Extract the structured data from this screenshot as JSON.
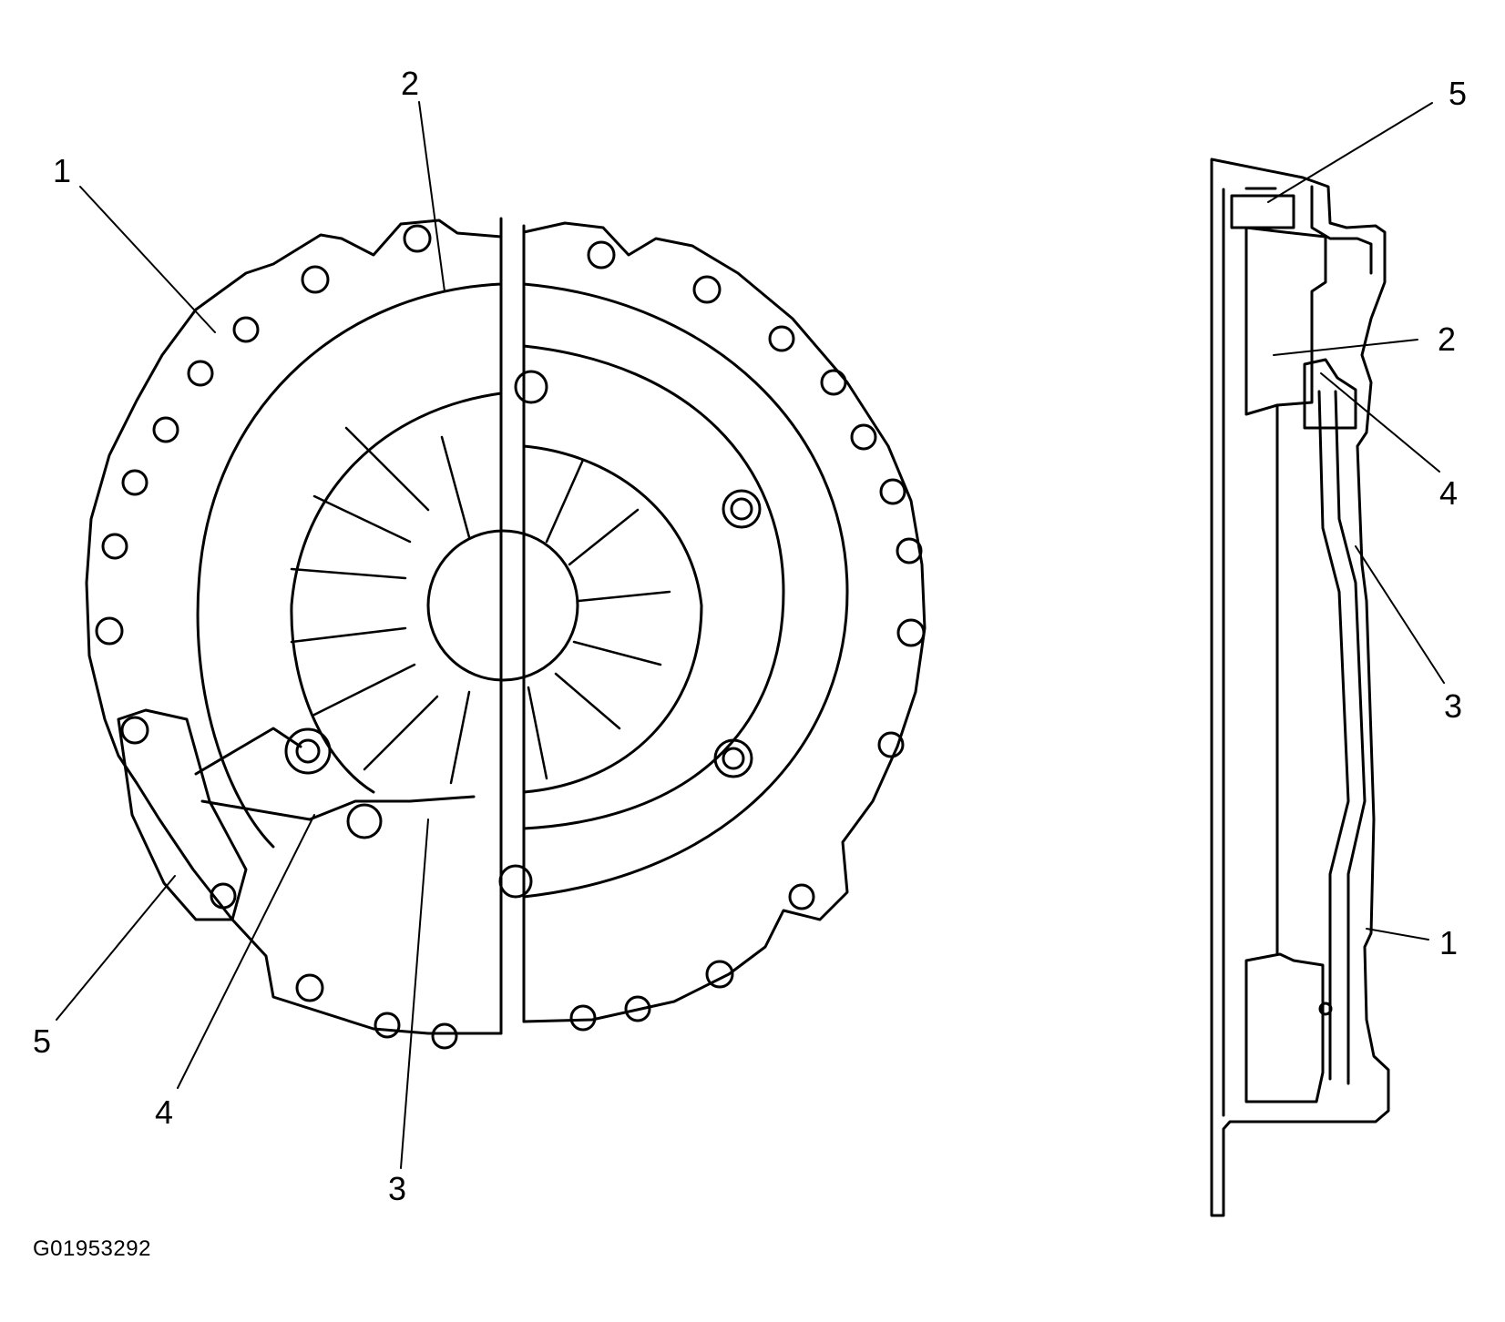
{
  "colors": {
    "line": "#000000",
    "background": "#ffffff"
  },
  "front_view": {
    "callouts": {
      "c1": "1",
      "c2": "2",
      "c3": "3",
      "c4": "4",
      "c5": "5"
    }
  },
  "side_view": {
    "callouts": {
      "c1": "1",
      "c2": "2",
      "c3": "3",
      "c4": "4",
      "c5": "5"
    }
  },
  "figure_id": "G01953292"
}
